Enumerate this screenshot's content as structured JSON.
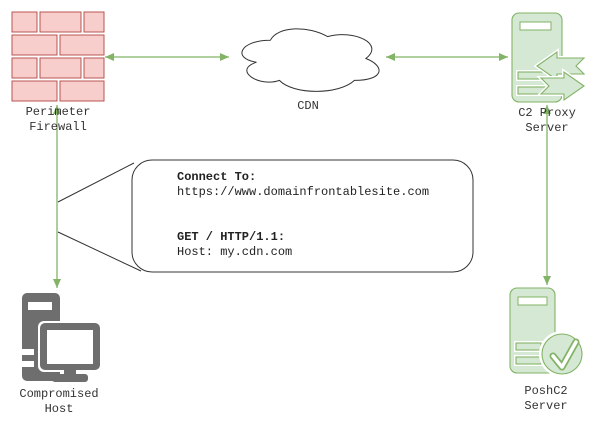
{
  "colors": {
    "green": "#82b366",
    "green-fill": "#d5e8d4",
    "red": "#b85450",
    "red-fill": "#f8cecc",
    "gray": "#6e6e6e",
    "line": "#333333"
  },
  "nodes": {
    "firewall": {
      "lines": [
        "Perimeter",
        "Firewall"
      ]
    },
    "cdn": {
      "label": "CDN"
    },
    "c2_proxy": {
      "lines": [
        "C2 Proxy",
        "Server"
      ]
    },
    "compromised_host": {
      "lines": [
        "Compromised",
        "Host"
      ]
    },
    "poshc2": {
      "lines": [
        "PoshC2",
        "Server"
      ]
    }
  },
  "callout": {
    "connect_label": "Connect To:",
    "connect_url": "https://www.domainfrontablesite.com",
    "request_line": "GET / HTTP/1.1:",
    "host_header": "Host: my.cdn.com"
  }
}
